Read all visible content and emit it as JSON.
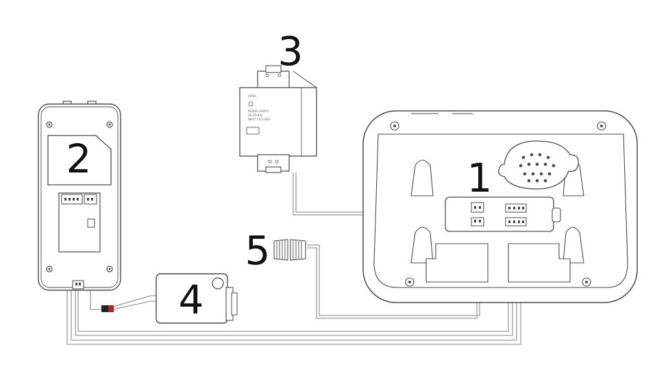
{
  "labels": {
    "monitor": "1",
    "door_station": "2",
    "power_supply": "3",
    "lock": "4",
    "connector": "5"
  },
  "psu_markings": {
    "brand": "ORNO",
    "line1": "POWER SUPPLY",
    "line2": "OR-ZS-802",
    "line3": "INPUT 100-240V"
  },
  "colors": {
    "stroke": "#4a4a4a",
    "wire": "#9a9a9a",
    "cable_black": "#222222",
    "cable_red": "#b0281e"
  }
}
